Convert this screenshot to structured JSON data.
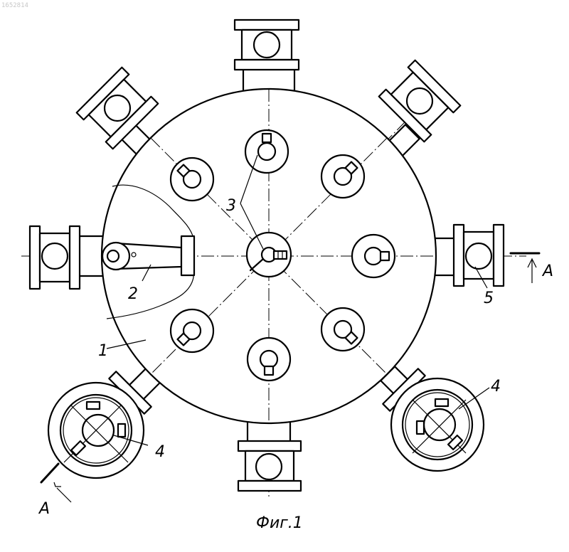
{
  "document": {
    "number": "1652814"
  },
  "labels": {
    "body": "1",
    "arm": "2",
    "holders": "3",
    "chamber_left": "4",
    "chamber_right": "4",
    "port": "5",
    "section_left": "A",
    "section_right": "A"
  },
  "caption": "Фиг.1"
}
